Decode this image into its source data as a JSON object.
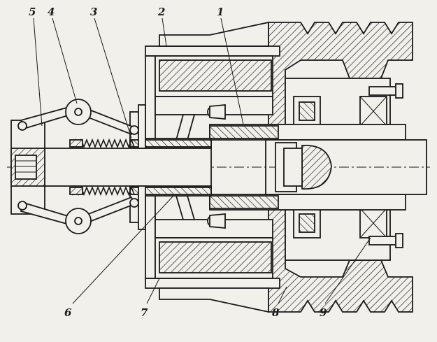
{
  "labels": {
    "l1": "1",
    "l2": "2",
    "l3": "3",
    "l4": "4",
    "l5": "5",
    "l6": "6",
    "l7": "7",
    "l8": "8",
    "l9": "9"
  },
  "colors": {
    "paper": "#f2f0ea",
    "ink": "#1a1a1a"
  }
}
